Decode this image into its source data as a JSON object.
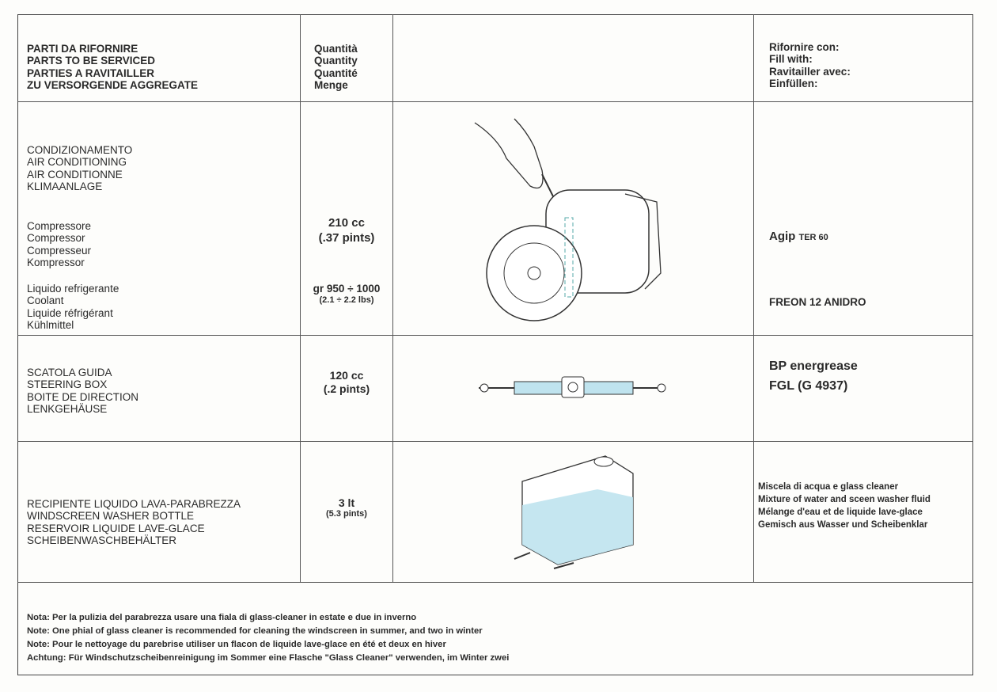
{
  "header": {
    "parts": [
      "PARTI DA RIFORNIRE",
      "PARTS TO BE SERVICED",
      "PARTIES A RAVITAILLER",
      "ZU VERSORGENDE AGGREGATE"
    ],
    "quantity": [
      "Quantità",
      "Quantity",
      "Quantité",
      "Menge"
    ],
    "fill": [
      "Rifornire con:",
      "Fill with:",
      "Ravitailler avec:",
      "Einfüllen:"
    ]
  },
  "rows": {
    "ac": {
      "title": [
        "CONDIZIONAMENTO",
        "AIR CONDITIONING",
        "AIR CONDITIONNE",
        "KLIMAANLAGE"
      ],
      "compressor": [
        "Compressore",
        "Compressor",
        "Compresseur",
        "Kompressor"
      ],
      "coolant": [
        "Liquido refrigerante",
        "Coolant",
        "Liquide réfrigérant",
        "Kühlmittel"
      ],
      "comp_qty": "210 cc",
      "comp_qty2": "(.37 pints)",
      "cool_qty": "gr 950 ÷ 1000",
      "cool_qty2": "(2.1 ÷ 2.2 lbs)",
      "comp_fill_brand": "Agip",
      "comp_fill_product": "TER 60",
      "cool_fill": "FREON 12 ANIDRO"
    },
    "steering": {
      "title": [
        "SCATOLA GUIDA",
        "STEERING BOX",
        "BOITE DE DIRECTION",
        "LENKGEHÄUSE"
      ],
      "qty": "120 cc",
      "qty2": "(.2 pints)",
      "fill": [
        "BP energrease",
        "FGL (G 4937)"
      ]
    },
    "washer": {
      "title": [
        "RECIPIENTE LIQUIDO LAVA-PARABREZZA",
        "WINDSCREEN WASHER BOTTLE",
        "RESERVOIR LIQUIDE LAVE-GLACE",
        "SCHEIBENWASCHBEHÄLTER"
      ],
      "qty": "3 lt",
      "qty2": "(5.3 pints)",
      "fill": [
        "Miscela di acqua e glass cleaner",
        "Mixture of water and sceen washer fluid",
        "Mélange d'eau et de liquide lave-glace",
        "Gemisch aus Wasser und Scheibenklar"
      ]
    }
  },
  "notes": [
    "Nota: Per la pulizia del parabrezza usare una fiala di glass-cleaner in estate e due in inverno",
    "Note: One phial of glass cleaner is recommended for cleaning the windscreen in summer, and two in winter",
    "Note: Pour le nettoyage du parebrise utiliser un flacon de liquide lave-glace en été et deux en hiver",
    "Achtung: Für Windschutzscheibenreinigung im Sommer eine Flasche \"Glass Cleaner\" verwenden, im Winter zwei"
  ],
  "colors": {
    "accent": "#bfe3ee",
    "line": "#555555"
  }
}
